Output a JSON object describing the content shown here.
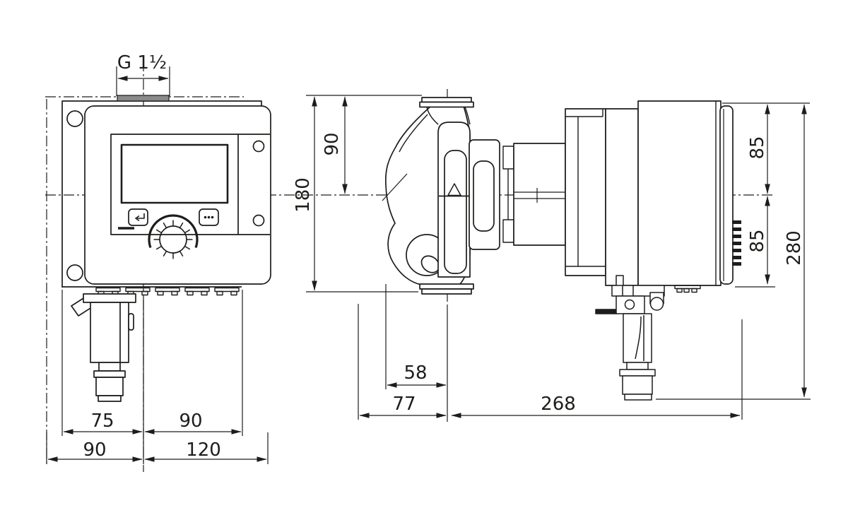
{
  "drawing": {
    "kind": "pump dimensional technical drawing",
    "views": {
      "front_view": "inline circulator pump - front view with display, buttons and control knob",
      "side_view": "inline circulator pump - side view with volute, motor and control module"
    },
    "colors": {
      "line": "#1d1d1b",
      "background": "#ffffff",
      "thread_band": "#8a8a8a"
    },
    "dimensions": {
      "thread_connection": "G 1½",
      "front_left_to_center": "75",
      "front_center_to_right": "90",
      "front_overall_left": "90",
      "front_overall_right": "120",
      "side_top_to_axis": "90",
      "side_port_to_port": "180",
      "side_axis_to_volute_58": "58",
      "side_volute_depth_77": "77",
      "side_axis_to_module_end": "268",
      "side_module_upper_half": "85",
      "side_module_lower_half": "85",
      "side_overall_height": "280"
    }
  }
}
